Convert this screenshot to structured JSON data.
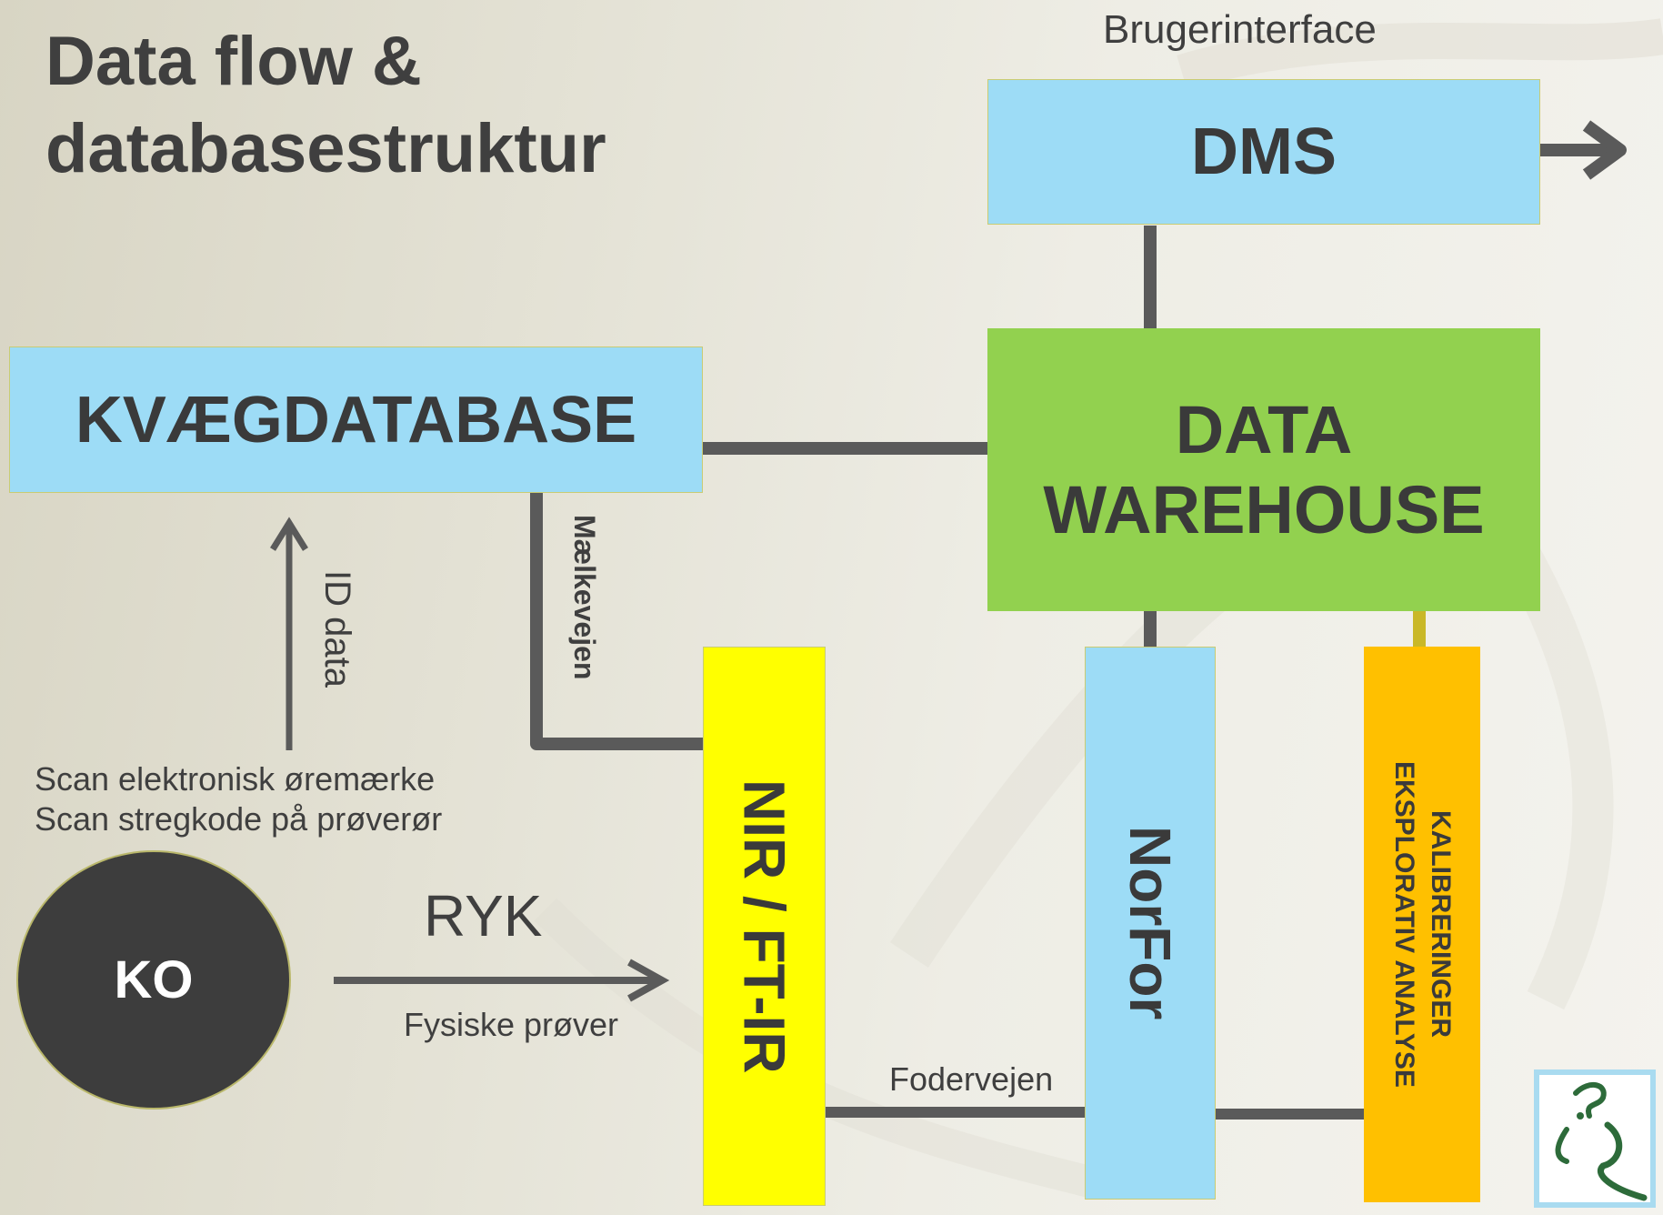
{
  "title": "Data flow &\ndatabasestruktur",
  "labels": {
    "user_interface": "Brugerinterface",
    "milk_route": "Mælkevejen",
    "id_data": "ID data",
    "scan_ear_tag": "Scan elektronisk øremærke",
    "scan_barcode": "Scan stregkode på prøverør",
    "ryk": "RYK",
    "physical_samples": "Fysiske prøver",
    "feed_route": "Fodervejen"
  },
  "boxes": {
    "dms": "DMS",
    "kvaegdatabase": "KVÆGDATABASE",
    "data_warehouse": "DATA\nWAREHOUSE",
    "nir": "NIR / FT-IR",
    "norfor": "NorFor",
    "kalibreringer": "KALIBRERINGER\nEKSPLORATIV ANALYSE"
  },
  "ko": "KO",
  "icons": {
    "exit_arrow": "arrow-right-icon",
    "logo": "cow-logo-icon"
  },
  "colors": {
    "light_blue": "#9ddcf6",
    "green": "#92d14f",
    "yellow": "#ffff00",
    "orange": "#ffc000",
    "dark": "#3d3d3d",
    "connector": "#5a5a5a"
  }
}
